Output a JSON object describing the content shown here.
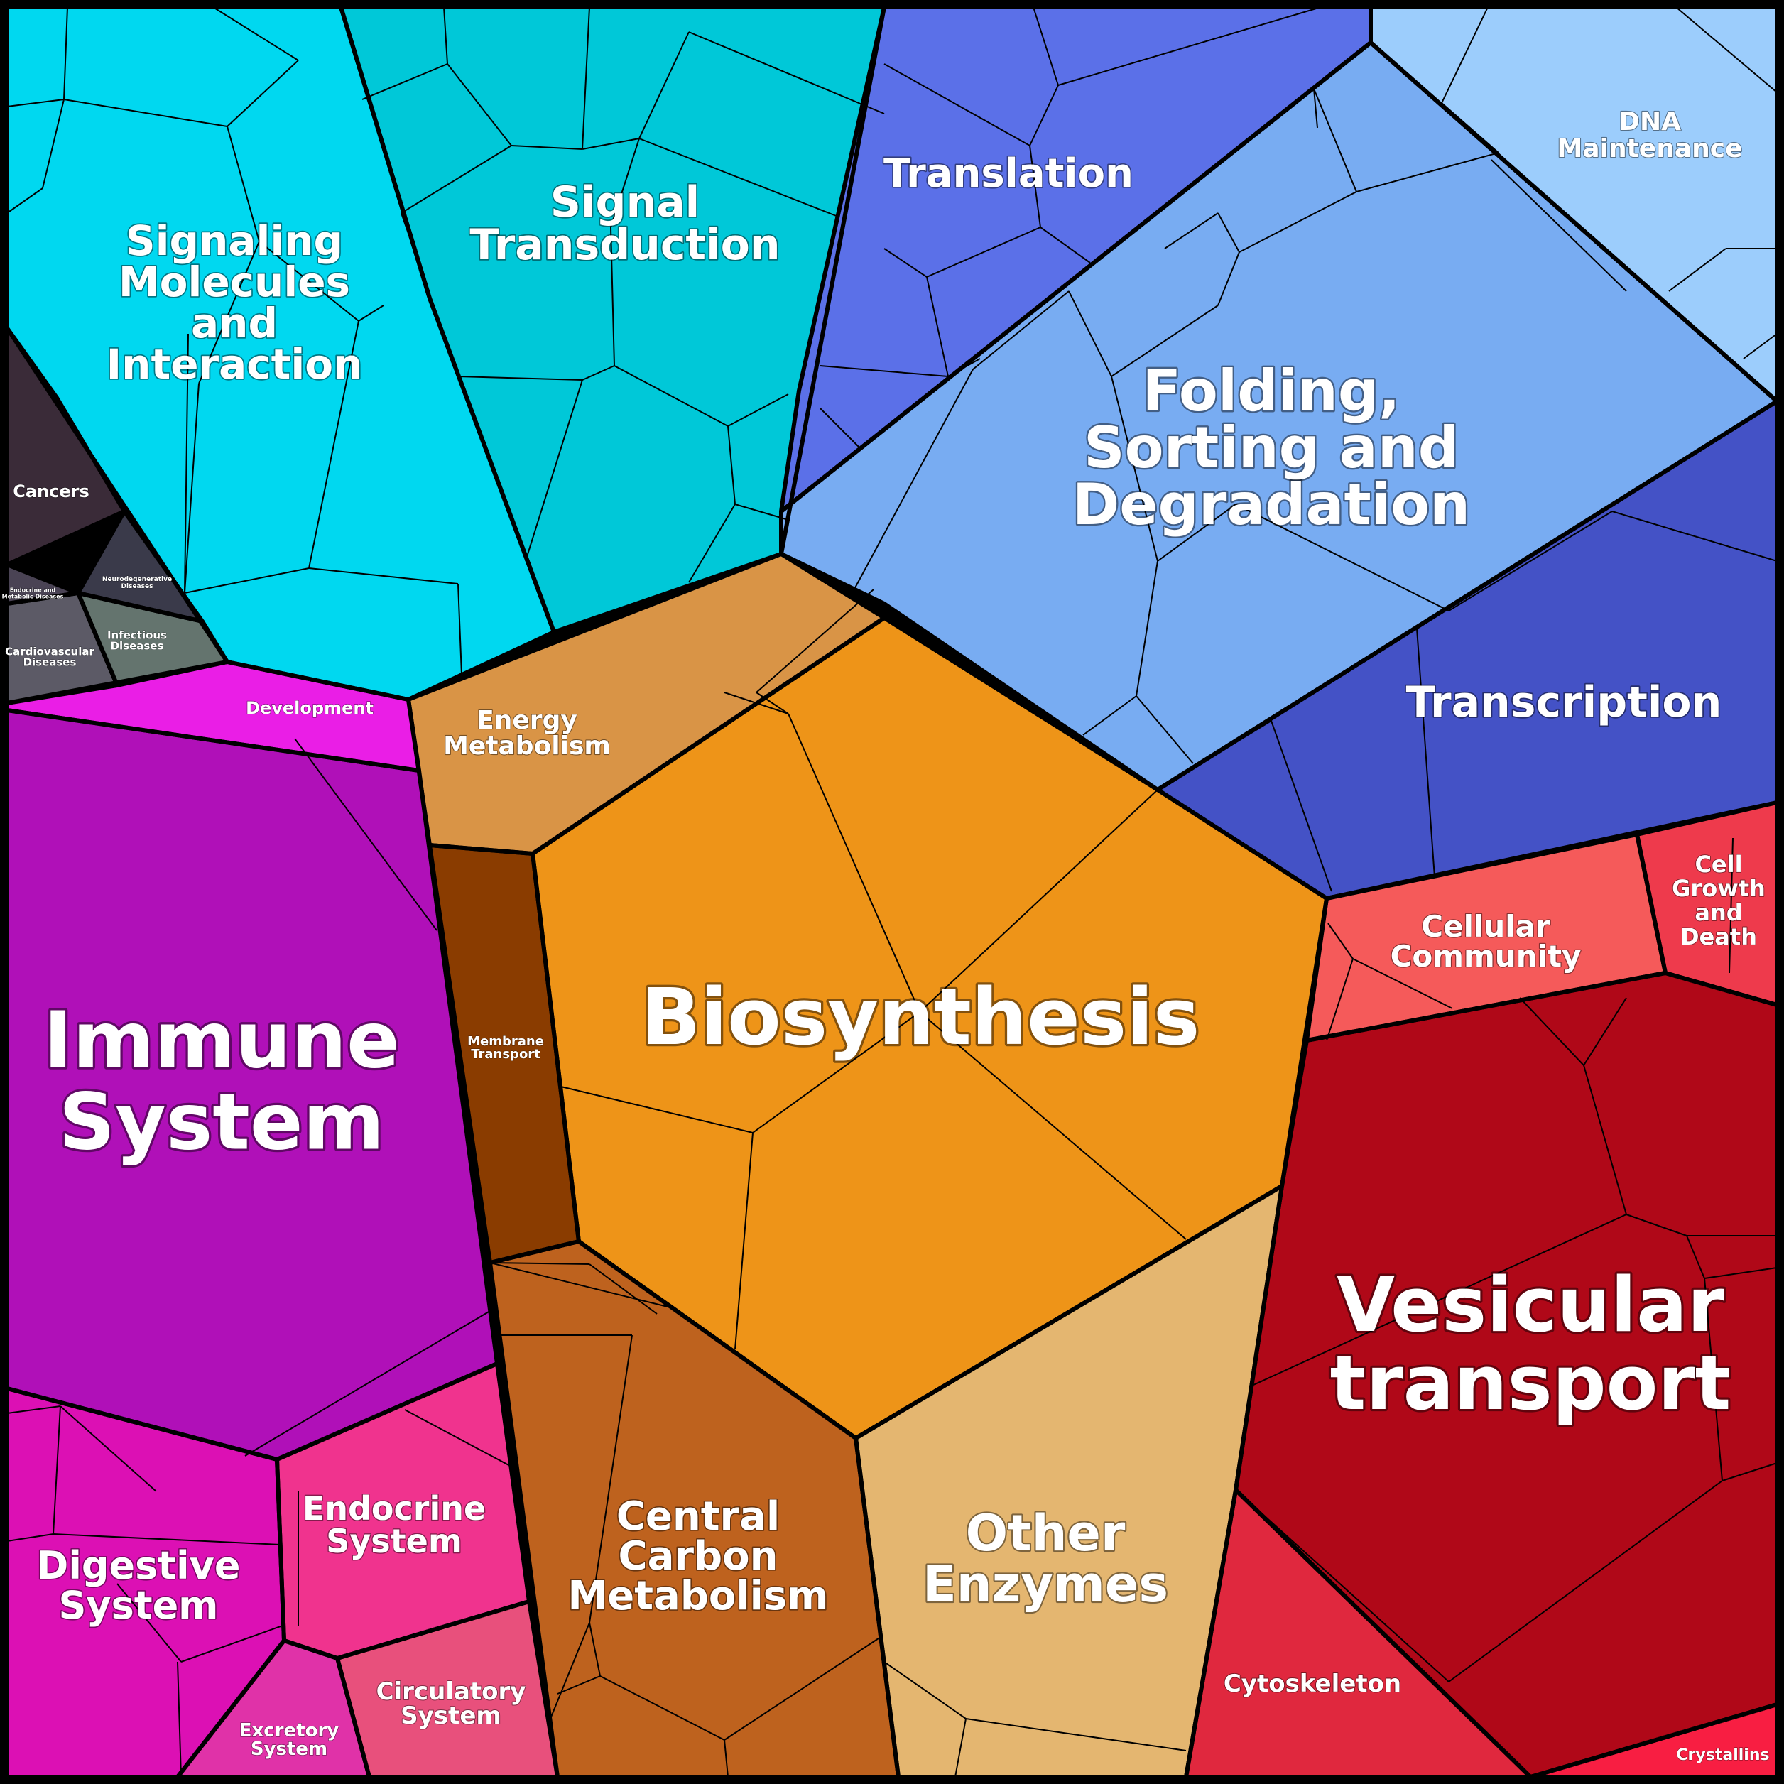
{
  "chart_data": {
    "type": "voronoi-treemap",
    "regions": [
      {
        "key": "signaling_molecules",
        "label": [
          "Signaling",
          "Molecules",
          "and",
          "Interaction"
        ],
        "color": "#00d8f0"
      },
      {
        "key": "signal_transduction",
        "label": [
          "Signal",
          "Transduction"
        ],
        "color": "#00c8d8"
      },
      {
        "key": "translation",
        "label": [
          "Translation"
        ],
        "color": "#5b70e8"
      },
      {
        "key": "dna_maintenance",
        "label": [
          "DNA",
          "Maintenance"
        ],
        "color": "#9ccdfc"
      },
      {
        "key": "folding_sorting",
        "label": [
          "Folding,",
          "Sorting and",
          "Degradation"
        ],
        "color": "#78acf2"
      },
      {
        "key": "transcription",
        "label": [
          "Transcription"
        ],
        "color": "#4452c6"
      },
      {
        "key": "cancers",
        "label": [
          "Cancers"
        ],
        "color": "#3a2b38"
      },
      {
        "key": "endocrine_metabolic_diseases",
        "label": [
          "Endocrine and",
          "Metabolic Diseases"
        ],
        "color": "#4a4354"
      },
      {
        "key": "neurodegenerative_diseases",
        "label": [
          "Neurodegenerative",
          "Diseases"
        ],
        "color": "#3a3a4a"
      },
      {
        "key": "cardiovascular_diseases",
        "label": [
          "Cardiovascular",
          "Diseases"
        ],
        "color": "#5c5a66"
      },
      {
        "key": "infectious_diseases",
        "label": [
          "Infectious",
          "Diseases"
        ],
        "color": "#64746e"
      },
      {
        "key": "development",
        "label": [
          "Development"
        ],
        "color": "#ea1ee6"
      },
      {
        "key": "immune_system",
        "label": [
          "Immune",
          "System"
        ],
        "color": "#b010b8"
      },
      {
        "key": "energy_metabolism",
        "label": [
          "Energy",
          "Metabolism"
        ],
        "color": "#d99446"
      },
      {
        "key": "membrane_transport",
        "label": [
          "Membrane",
          "Transport"
        ],
        "color": "#8a3c00"
      },
      {
        "key": "biosynthesis",
        "label": [
          "Biosynthesis"
        ],
        "color": "#ee9418"
      },
      {
        "key": "cellular_community",
        "label": [
          "Cellular",
          "Community"
        ],
        "color": "#f55a5a"
      },
      {
        "key": "cell_growth_death",
        "label": [
          "Cell",
          "Growth",
          "and",
          "Death"
        ],
        "color": "#ee3a4c"
      },
      {
        "key": "vesicular_transport",
        "label": [
          "Vesicular",
          "transport"
        ],
        "color": "#b00818"
      },
      {
        "key": "digestive_system",
        "label": [
          "Digestive",
          "System"
        ],
        "color": "#dc10b4"
      },
      {
        "key": "endocrine_system",
        "label": [
          "Endocrine",
          "System"
        ],
        "color": "#f0338e"
      },
      {
        "key": "excretory_system",
        "label": [
          "Excretory",
          "System"
        ],
        "color": "#e032a8"
      },
      {
        "key": "circulatory_system",
        "label": [
          "Circulatory",
          "System"
        ],
        "color": "#e8507c"
      },
      {
        "key": "central_carbon_metabolism",
        "label": [
          "Central",
          "Carbon",
          "Metabolism"
        ],
        "color": "#be621e"
      },
      {
        "key": "other_enzymes",
        "label": [
          "Other",
          "Enzymes"
        ],
        "color": "#e4b670"
      },
      {
        "key": "cytoskeleton",
        "label": [
          "Cytoskeleton"
        ],
        "color": "#e0283e"
      },
      {
        "key": "crystallins",
        "label": [
          "Crystallins"
        ],
        "color": "#f81e42"
      }
    ]
  }
}
